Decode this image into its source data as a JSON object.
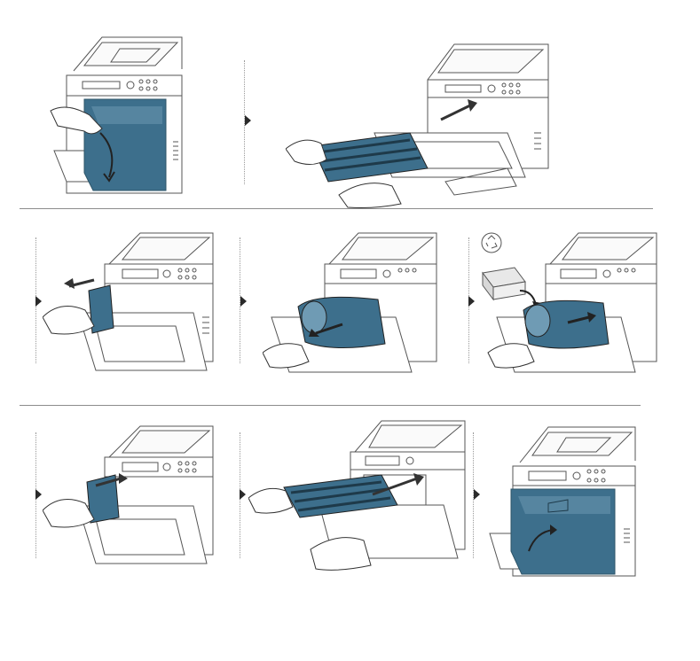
{
  "figure": {
    "steps": [
      {
        "id": 1,
        "icon": "open-front-cover-icon"
      },
      {
        "id": 2,
        "icon": "remove-imaging-unit-icon"
      },
      {
        "id": 3,
        "icon": "release-lever-icon"
      },
      {
        "id": 4,
        "icon": "remove-waste-toner-container-icon"
      },
      {
        "id": 5,
        "icon": "insert-new-waste-toner-container-icon"
      },
      {
        "id": 6,
        "icon": "lock-lever-icon"
      },
      {
        "id": 7,
        "icon": "insert-imaging-unit-icon"
      },
      {
        "id": 8,
        "icon": "close-front-cover-icon"
      }
    ],
    "colors": {
      "accent_blue": "#3d6f8c",
      "accent_blue_light": "#6f9bb4",
      "line": "#555555",
      "divider": "#8c8c8c"
    },
    "recycle_icon": "recycle-symbol-icon"
  }
}
